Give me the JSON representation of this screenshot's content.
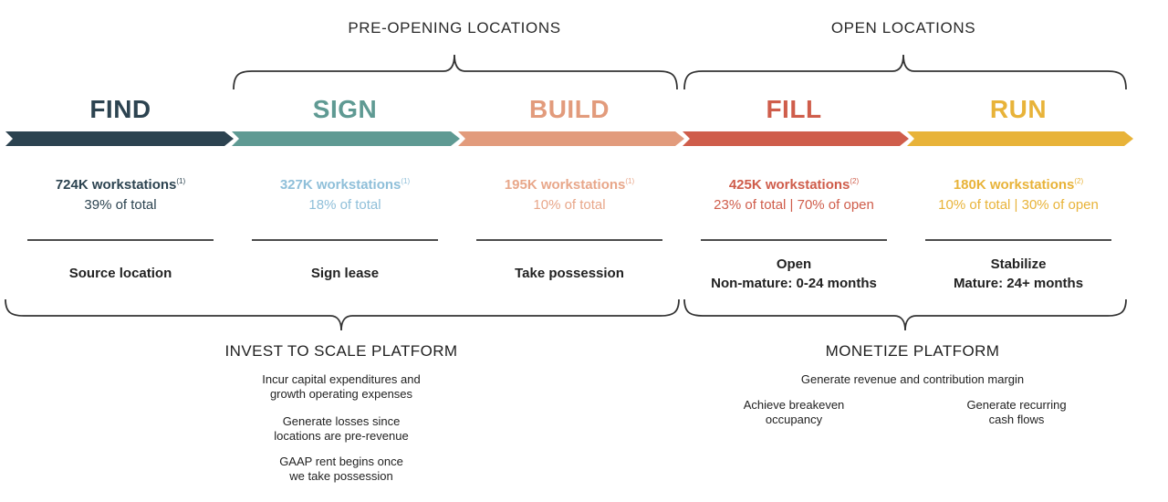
{
  "groups": {
    "pre_opening": "PRE-OPENING LOCATIONS",
    "open": "OPEN LOCATIONS"
  },
  "stages": [
    {
      "title": "FIND",
      "color": "#2c4350",
      "workstations": "724K workstations",
      "footnote": "(1)",
      "share": "39% of total",
      "action_line1": "Source location",
      "action_line2": ""
    },
    {
      "title": "SIGN",
      "color": "#5f9a93",
      "workstations": "327K workstations",
      "footnote": "(1)",
      "share": "18% of total",
      "action_line1": "Sign lease",
      "action_line2": ""
    },
    {
      "title": "BUILD",
      "color": "#e29b7c",
      "workstations": "195K workstations",
      "footnote": "(1)",
      "share": "10% of total",
      "action_line1": "Take possession",
      "action_line2": ""
    },
    {
      "title": "FILL",
      "color": "#cf5d4b",
      "workstations": "425K workstations",
      "footnote": "(2)",
      "share": "23% of total | 70% of open",
      "action_line1": "Open",
      "action_line2": "Non-mature: 0-24 months"
    },
    {
      "title": "RUN",
      "color": "#e8b339",
      "workstations": "180K workstations",
      "footnote": "(2)",
      "share": "10% of total | 30% of open",
      "action_line1": "Stabilize",
      "action_line2": "Mature: 24+ months"
    }
  ],
  "stat_colors": {
    "find": "#2c4350",
    "sign": "#8fbfd9",
    "build": "#e8a78a",
    "fill": "#cf5d4b",
    "run": "#e8b339"
  },
  "invest": {
    "title": "INVEST TO SCALE PLATFORM",
    "notes": [
      [
        "Incur capital expenditures and",
        "growth operating expenses"
      ],
      [
        "Generate losses since",
        "locations are pre-revenue"
      ],
      [
        "GAAP rent begins once",
        "we take possession"
      ]
    ]
  },
  "monetize": {
    "title": "MONETIZE PLATFORM",
    "note_top": "Generate revenue and contribution margin",
    "note_left": [
      "Achieve breakeven",
      "occupancy"
    ],
    "note_right": [
      "Generate recurring",
      "cash flows"
    ]
  }
}
